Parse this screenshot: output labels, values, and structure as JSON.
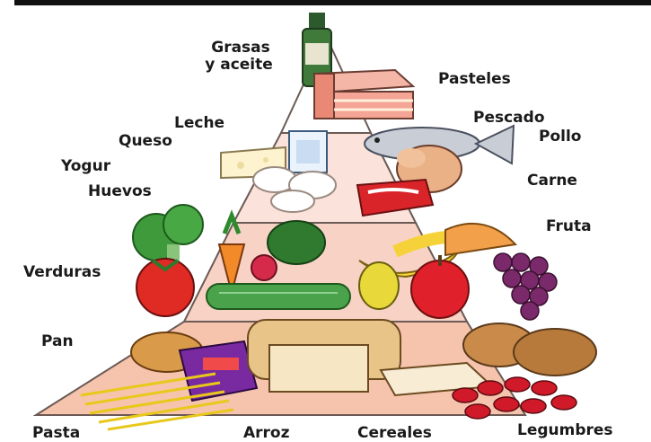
{
  "labels": {
    "grasas": "Grasas",
    "aceite": "y aceite",
    "pasteles": "Pasteles",
    "leche": "Leche",
    "queso": "Queso",
    "pescado": "Pescado",
    "pollo": "Pollo",
    "yogur": "Yogur",
    "huevos": "Huevos",
    "carne": "Carne",
    "fruta": "Fruta",
    "verduras": "Verduras",
    "pan": "Pan",
    "pasta": "Pasta",
    "arroz": "Arroz",
    "cereales": "Cereales",
    "legumbres": "Legumbres"
  },
  "colors": {
    "tier_top": "#ffffff",
    "tier_2": "#fbe3dc",
    "tier_3": "#f8d2c4",
    "tier_4": "#f6c4ad",
    "outline": "#6b5a55"
  }
}
